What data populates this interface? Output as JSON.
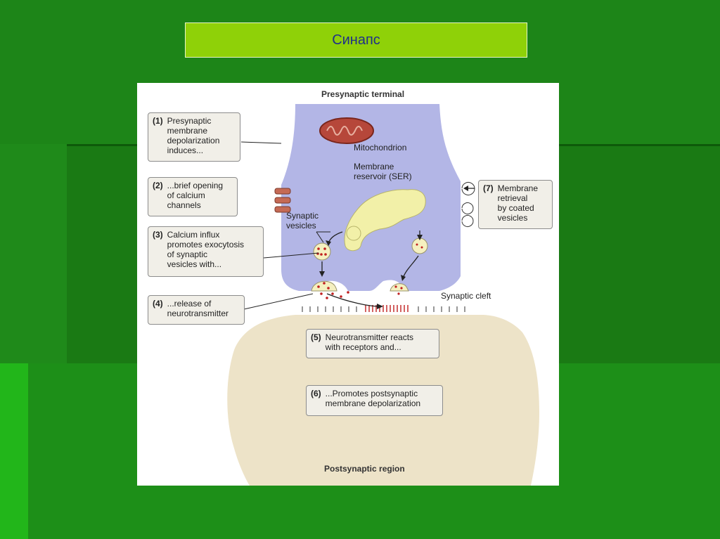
{
  "slide_title": "Синапс",
  "diagram": {
    "presynaptic_label": "Presynaptic terminal",
    "postsynaptic_label": "Postsynaptic region",
    "mitochondrion_label": "Mitochondrion",
    "reservoir_label": "Membrane\nreservoir (SER)",
    "vesicles_label": "Synaptic\nvesicles",
    "cleft_label": "Synaptic cleft",
    "steps": [
      {
        "num": "(1)",
        "text": "Presynaptic\nmembrane\ndepolarization\ninduces..."
      },
      {
        "num": "(2)",
        "text": "...brief opening\nof calcium\nchannels"
      },
      {
        "num": "(3)",
        "text": "Calcium influx\npromotes exocytosis\nof synaptic\nvesicles with..."
      },
      {
        "num": "(4)",
        "text": "...release of\nneurotransmitter"
      },
      {
        "num": "(5)",
        "text": "Neurotransmitter reacts\nwith receptors and..."
      },
      {
        "num": "(6)",
        "text": "...Promotes postsynaptic\nmembrane depolarization"
      },
      {
        "num": "(7)",
        "text": "Membrane\nretrieval\nby coated\nvesicles"
      }
    ]
  },
  "colors": {
    "slide_bg": "#1f8a1a",
    "title_bg": "#8fd108",
    "title_text": "#1f2f8a",
    "presynaptic_fill": "#b3b6e6",
    "postsynaptic_fill": "#ede3c8",
    "reservoir_fill": "#f2f0a8",
    "mitochondrion_fill": "#b6473a",
    "neurotransmitter": "#c02020"
  }
}
